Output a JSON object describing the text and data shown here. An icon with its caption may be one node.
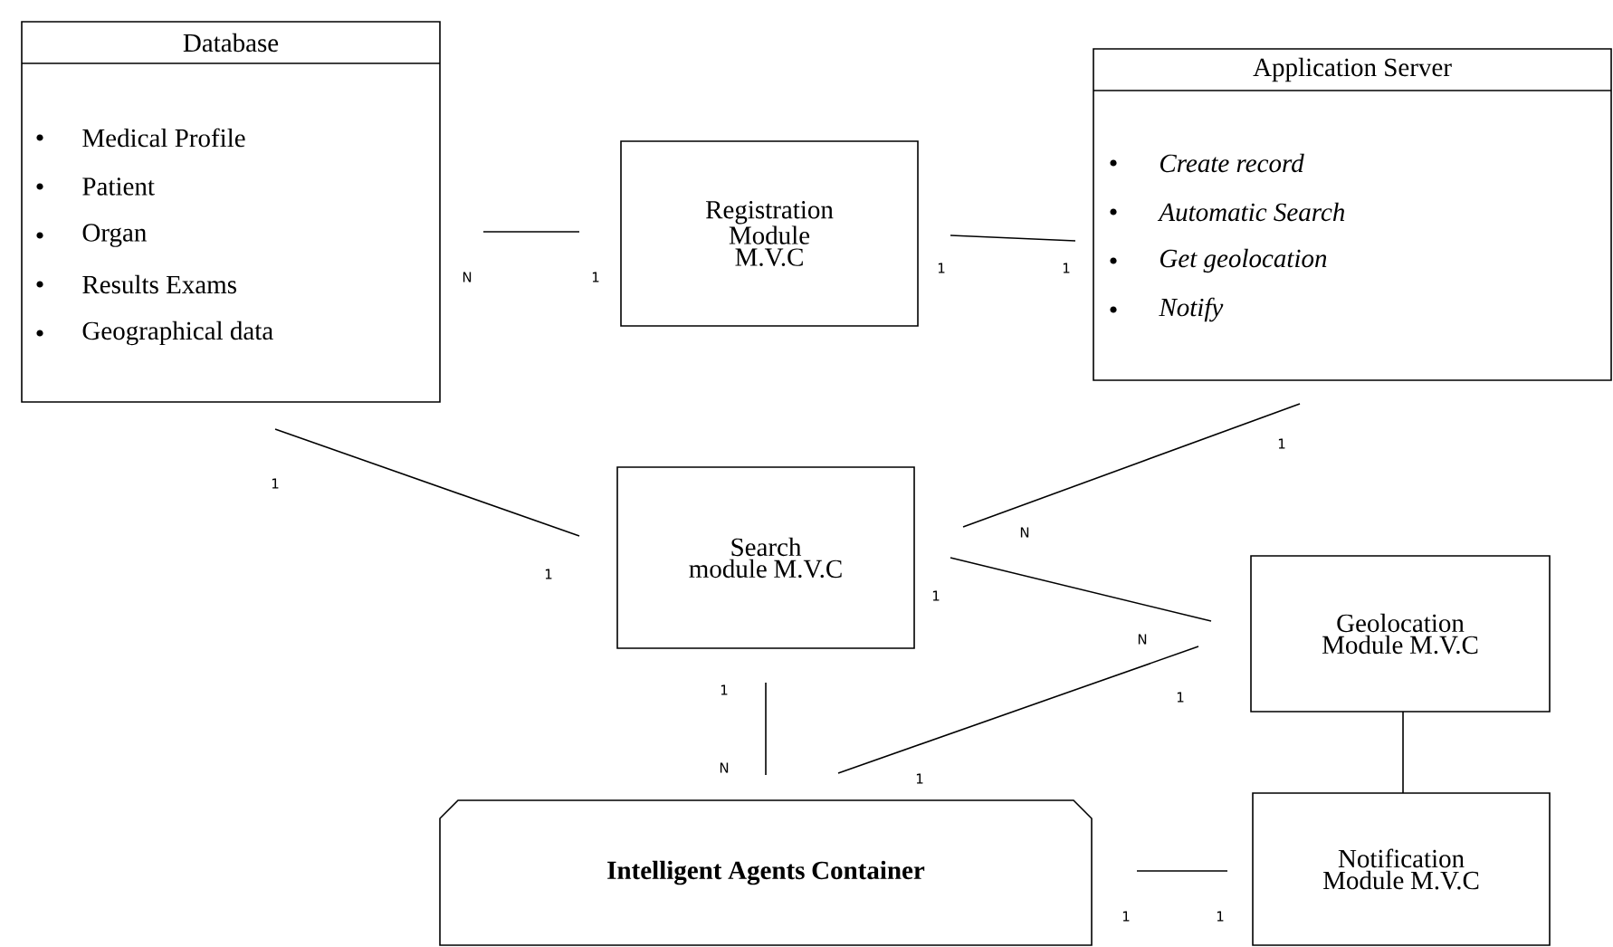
{
  "diagram": {
    "nodes": [
      {
        "text": [
          "Database",
          "Medical Profile",
          "Patient",
          "Organ",
          "Results Exams",
          "Geographical data"
        ]
      },
      {
        "text": [
          "Registration Module M.V.C"
        ]
      },
      {
        "text": [
          "Application Server",
          "Create record",
          "Automatic Search",
          "Get geolocation",
          "Notify"
        ]
      },
      {
        "text": [
          "Search module M.V.C"
        ]
      },
      {
        "text": [
          "Geolocation Module M.V.C"
        ]
      },
      {
        "text": [
          "Intelligent Agents Container"
        ]
      },
      {
        "text": [
          "Notification Module M.V.C"
        ]
      }
    ],
    "edges": [
      {
        "from": 0,
        "to": 1,
        "arrow": "none"
      },
      {
        "from": 1,
        "to": 2,
        "arrow": "none"
      },
      {
        "from": 0,
        "to": 3,
        "arrow": "none"
      },
      {
        "from": 3,
        "to": 2,
        "arrow": "none"
      },
      {
        "from": 3,
        "to": 4,
        "arrow": "none"
      },
      {
        "from": 3,
        "to": 5,
        "arrow": "none"
      },
      {
        "from": 5,
        "to": 4,
        "arrow": "none"
      },
      {
        "from": 4,
        "to": 6,
        "arrow": "none"
      },
      {
        "from": 5,
        "to": 6,
        "arrow": "none"
      }
    ],
    "labels": [
      "N",
      "1",
      "1",
      "1",
      "1",
      "1",
      "N",
      "1",
      "1",
      "N",
      "1",
      "1",
      "N",
      "1",
      "1",
      "1"
    ]
  }
}
